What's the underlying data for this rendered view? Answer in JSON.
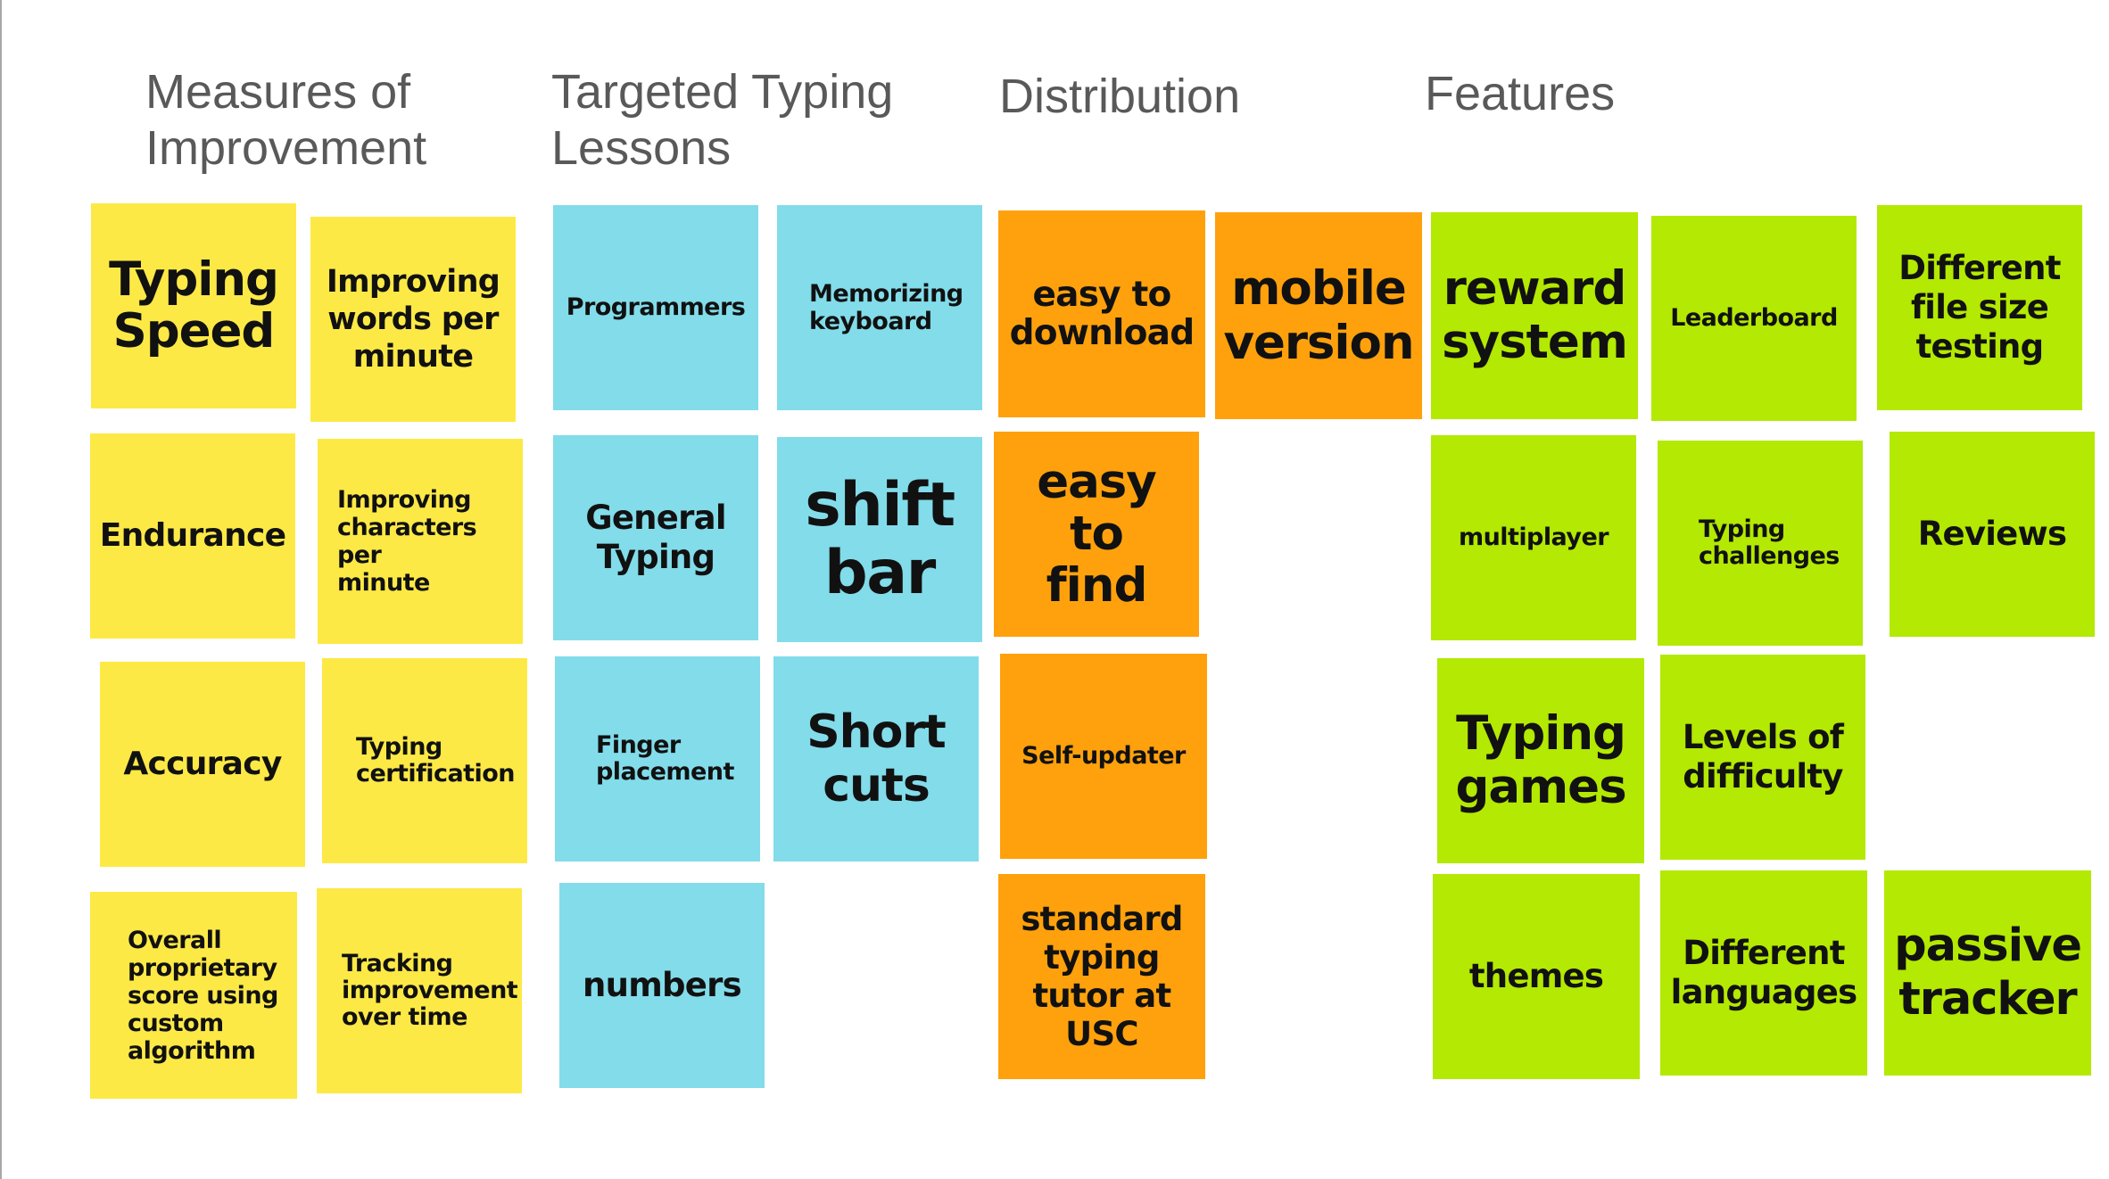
{
  "colors": {
    "yellow": "#fde946",
    "blue": "#82dcea",
    "orange": "#ffa10c",
    "green": "#b3e902",
    "heading_text": "#595959",
    "note_text": "#111111"
  },
  "headings": [
    "Measures of\nImprovement",
    "Targeted Typing\nLessons",
    "Distribution",
    "Features"
  ],
  "notes": [
    "Typing\nSpeed",
    "Improving\nwords per\nminute",
    "Endurance",
    "Improving\ncharacters per\nminute",
    "Accuracy",
    "Typing\ncertification",
    "Overall\nproprietary\nscore using\ncustom\nalgorithm",
    "Tracking\nimprovement\nover time",
    "Programmers",
    "Memorizing\nkeyboard",
    "General\nTyping",
    "shift\nbar",
    "Finger\nplacement",
    "Short\ncuts",
    "numbers",
    "easy to\ndownload",
    "mobile\nversion",
    "easy to\nfind",
    "Self-updater",
    "standard\ntyping\ntutor at\nUSC",
    "reward\nsystem",
    "Leaderboard",
    "Different\nfile size\ntesting",
    "multiplayer",
    "Typing\nchallenges",
    "Reviews",
    "Typing\ngames",
    "Levels of\ndifficulty",
    "themes",
    "Different\nlanguages",
    "passive\ntracker"
  ]
}
